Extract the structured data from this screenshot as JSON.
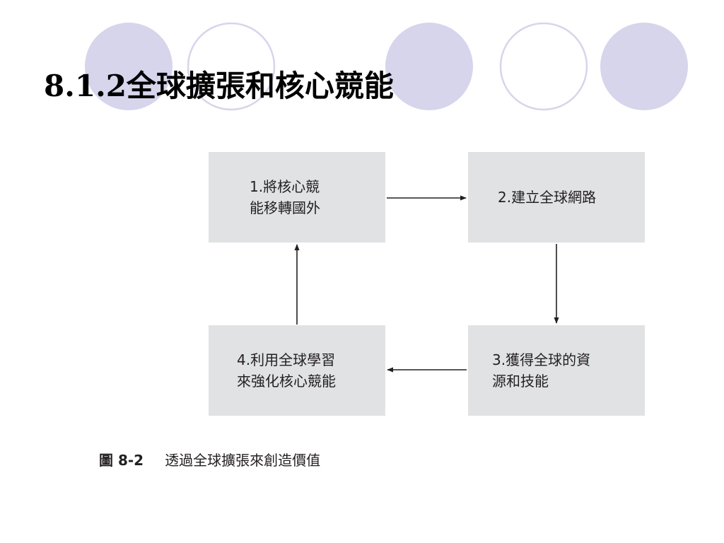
{
  "slide": {
    "title": "8.1.2全球擴張和核心競能"
  },
  "colors": {
    "circle_fill": "#d6d5ec",
    "circle_outline": "#d6d5ec",
    "box_fill": "#e0e2e4",
    "arrow": "#231f20"
  },
  "diagram": {
    "nodes": [
      {
        "id": "1",
        "label": "1.將核心競\n能移轉國外"
      },
      {
        "id": "2",
        "label": "2.建立全球網路"
      },
      {
        "id": "3",
        "label": "3.獲得全球的資\n源和技能"
      },
      {
        "id": "4",
        "label": "4.利用全球學習\n來強化核心競能"
      }
    ],
    "edges": [
      {
        "from": "1",
        "to": "2"
      },
      {
        "from": "2",
        "to": "3"
      },
      {
        "from": "3",
        "to": "4"
      },
      {
        "from": "4",
        "to": "1"
      }
    ]
  },
  "caption": {
    "figure_id": "圖 8-2",
    "text": "透過全球擴張來創造價值"
  }
}
